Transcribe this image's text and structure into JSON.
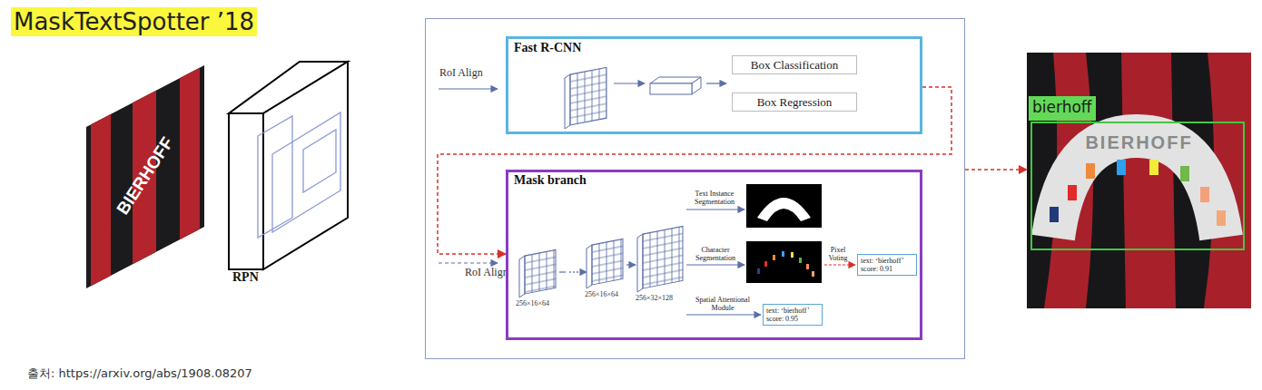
{
  "diagram": {
    "title": "MaskTextSpotter ’18",
    "caption": "출처: https://arxiv.org/abs/1908.08207",
    "nodes": [
      {
        "text": [
          "RPN"
        ]
      },
      {
        "text": [
          "RoI Align",
          "RoI Align"
        ]
      },
      {
        "text": [
          "Fast R-CNN"
        ],
        "in": 1
      },
      {
        "text": [
          "Box Classification"
        ],
        "in": 2
      },
      {
        "text": [
          "Box Regression"
        ],
        "in": 2
      },
      {
        "text": [
          "Mask branch"
        ],
        "in": 1
      },
      {
        "text": [
          "text: ‘bierhoff’ score: 0.91"
        ],
        "in": 5
      },
      {
        "text": [
          "text: ‘bierhoff’ score: 0.95"
        ],
        "in": 5
      },
      {
        "text": [
          "BIERHOFF"
        ]
      },
      {
        "text": [
          "bierhoff"
        ],
        "in": 8
      }
    ],
    "edges": [
      {
        "from": 2,
        "to": 5,
        "arrow": "to"
      },
      {
        "from": 1,
        "to": 8,
        "arrow": "to"
      }
    ],
    "labels": [
      "BIERHOFF",
      "Text Instance Segmentation",
      "Character Segmentation",
      "Pixel Voting",
      "Spatial Attentional Module",
      "256×16×64",
      "256×16×64",
      "256×32×128"
    ]
  }
}
